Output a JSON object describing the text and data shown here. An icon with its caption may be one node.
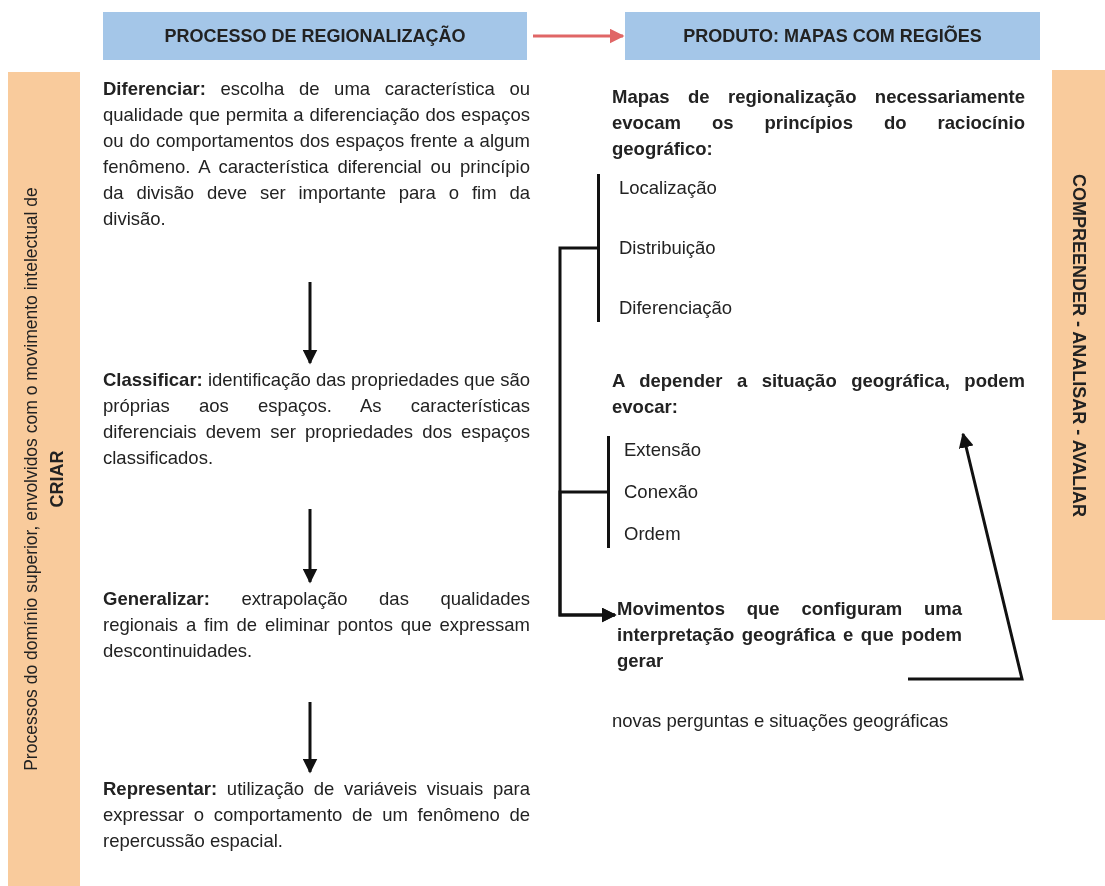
{
  "diagram": {
    "nodes": [
      {
        "text": [
          "Processos do domínio superior, envolvidos com o movimento intelectual de",
          "CRIAR"
        ]
      },
      {
        "text": [
          "PROCESSO DE REGIONALIZAÇÃO"
        ]
      },
      {
        "text": [
          "PRODUTO: MAPAS COM REGIÕES"
        ]
      },
      {
        "text": [
          "COMPREENDER - ANALISAR - AVALIAR"
        ]
      },
      {
        "text": [
          "**Diferenciar:** escolha de uma característica ou qualidade que permita a diferenciação dos espaços ou do comportamentos dos espaços frente a algum fenômeno. A característica diferencial ou princípio da divisão deve ser importante para o fim da divisão."
        ]
      },
      {
        "text": [
          "**Classificar:** identificação das propriedades que são próprias aos espaços. As características diferenciais devem ser propriedades dos espaços classificados."
        ]
      },
      {
        "text": [
          "**Generalizar:** extrapolação das qualidades regionais a fim de eliminar pontos que expressam descontinuidades."
        ]
      },
      {
        "text": [
          "**Representar:** utilização de variáveis visuais para expressar o comportamento de um fenômeno de repercussão espacial."
        ]
      },
      {
        "text": [
          "Mapas de regionalização necessariamente evocam os princípios do raciocínio geográfico:"
        ]
      },
      {
        "text": [
          "Localização",
          "Distribuição",
          "Diferenciação"
        ]
      },
      {
        "text": [
          "A depender a situação geográfica, podem evocar:"
        ]
      },
      {
        "text": [
          "Extensão",
          "Conexão",
          "Ordem"
        ]
      },
      {
        "text": [
          "Movimentos que configuram uma interpretação geográfica e que podem gerar"
        ]
      },
      {
        "text": [
          "novas perguntas e situações geográficas"
        ]
      }
    ],
    "edges": [
      {
        "from": 1,
        "to": 2,
        "arrow": "to",
        "color": "#e06666"
      },
      {
        "from": 4,
        "to": 5,
        "arrow": "to"
      },
      {
        "from": 5,
        "to": 6,
        "arrow": "to"
      },
      {
        "from": 6,
        "to": 7,
        "arrow": "to"
      },
      {
        "from": 9,
        "to": 12,
        "arrow": "to"
      },
      {
        "from": 11,
        "to": 12,
        "arrow": "to"
      },
      {
        "from": 12,
        "to": 10,
        "arrow": "to"
      }
    ]
  }
}
